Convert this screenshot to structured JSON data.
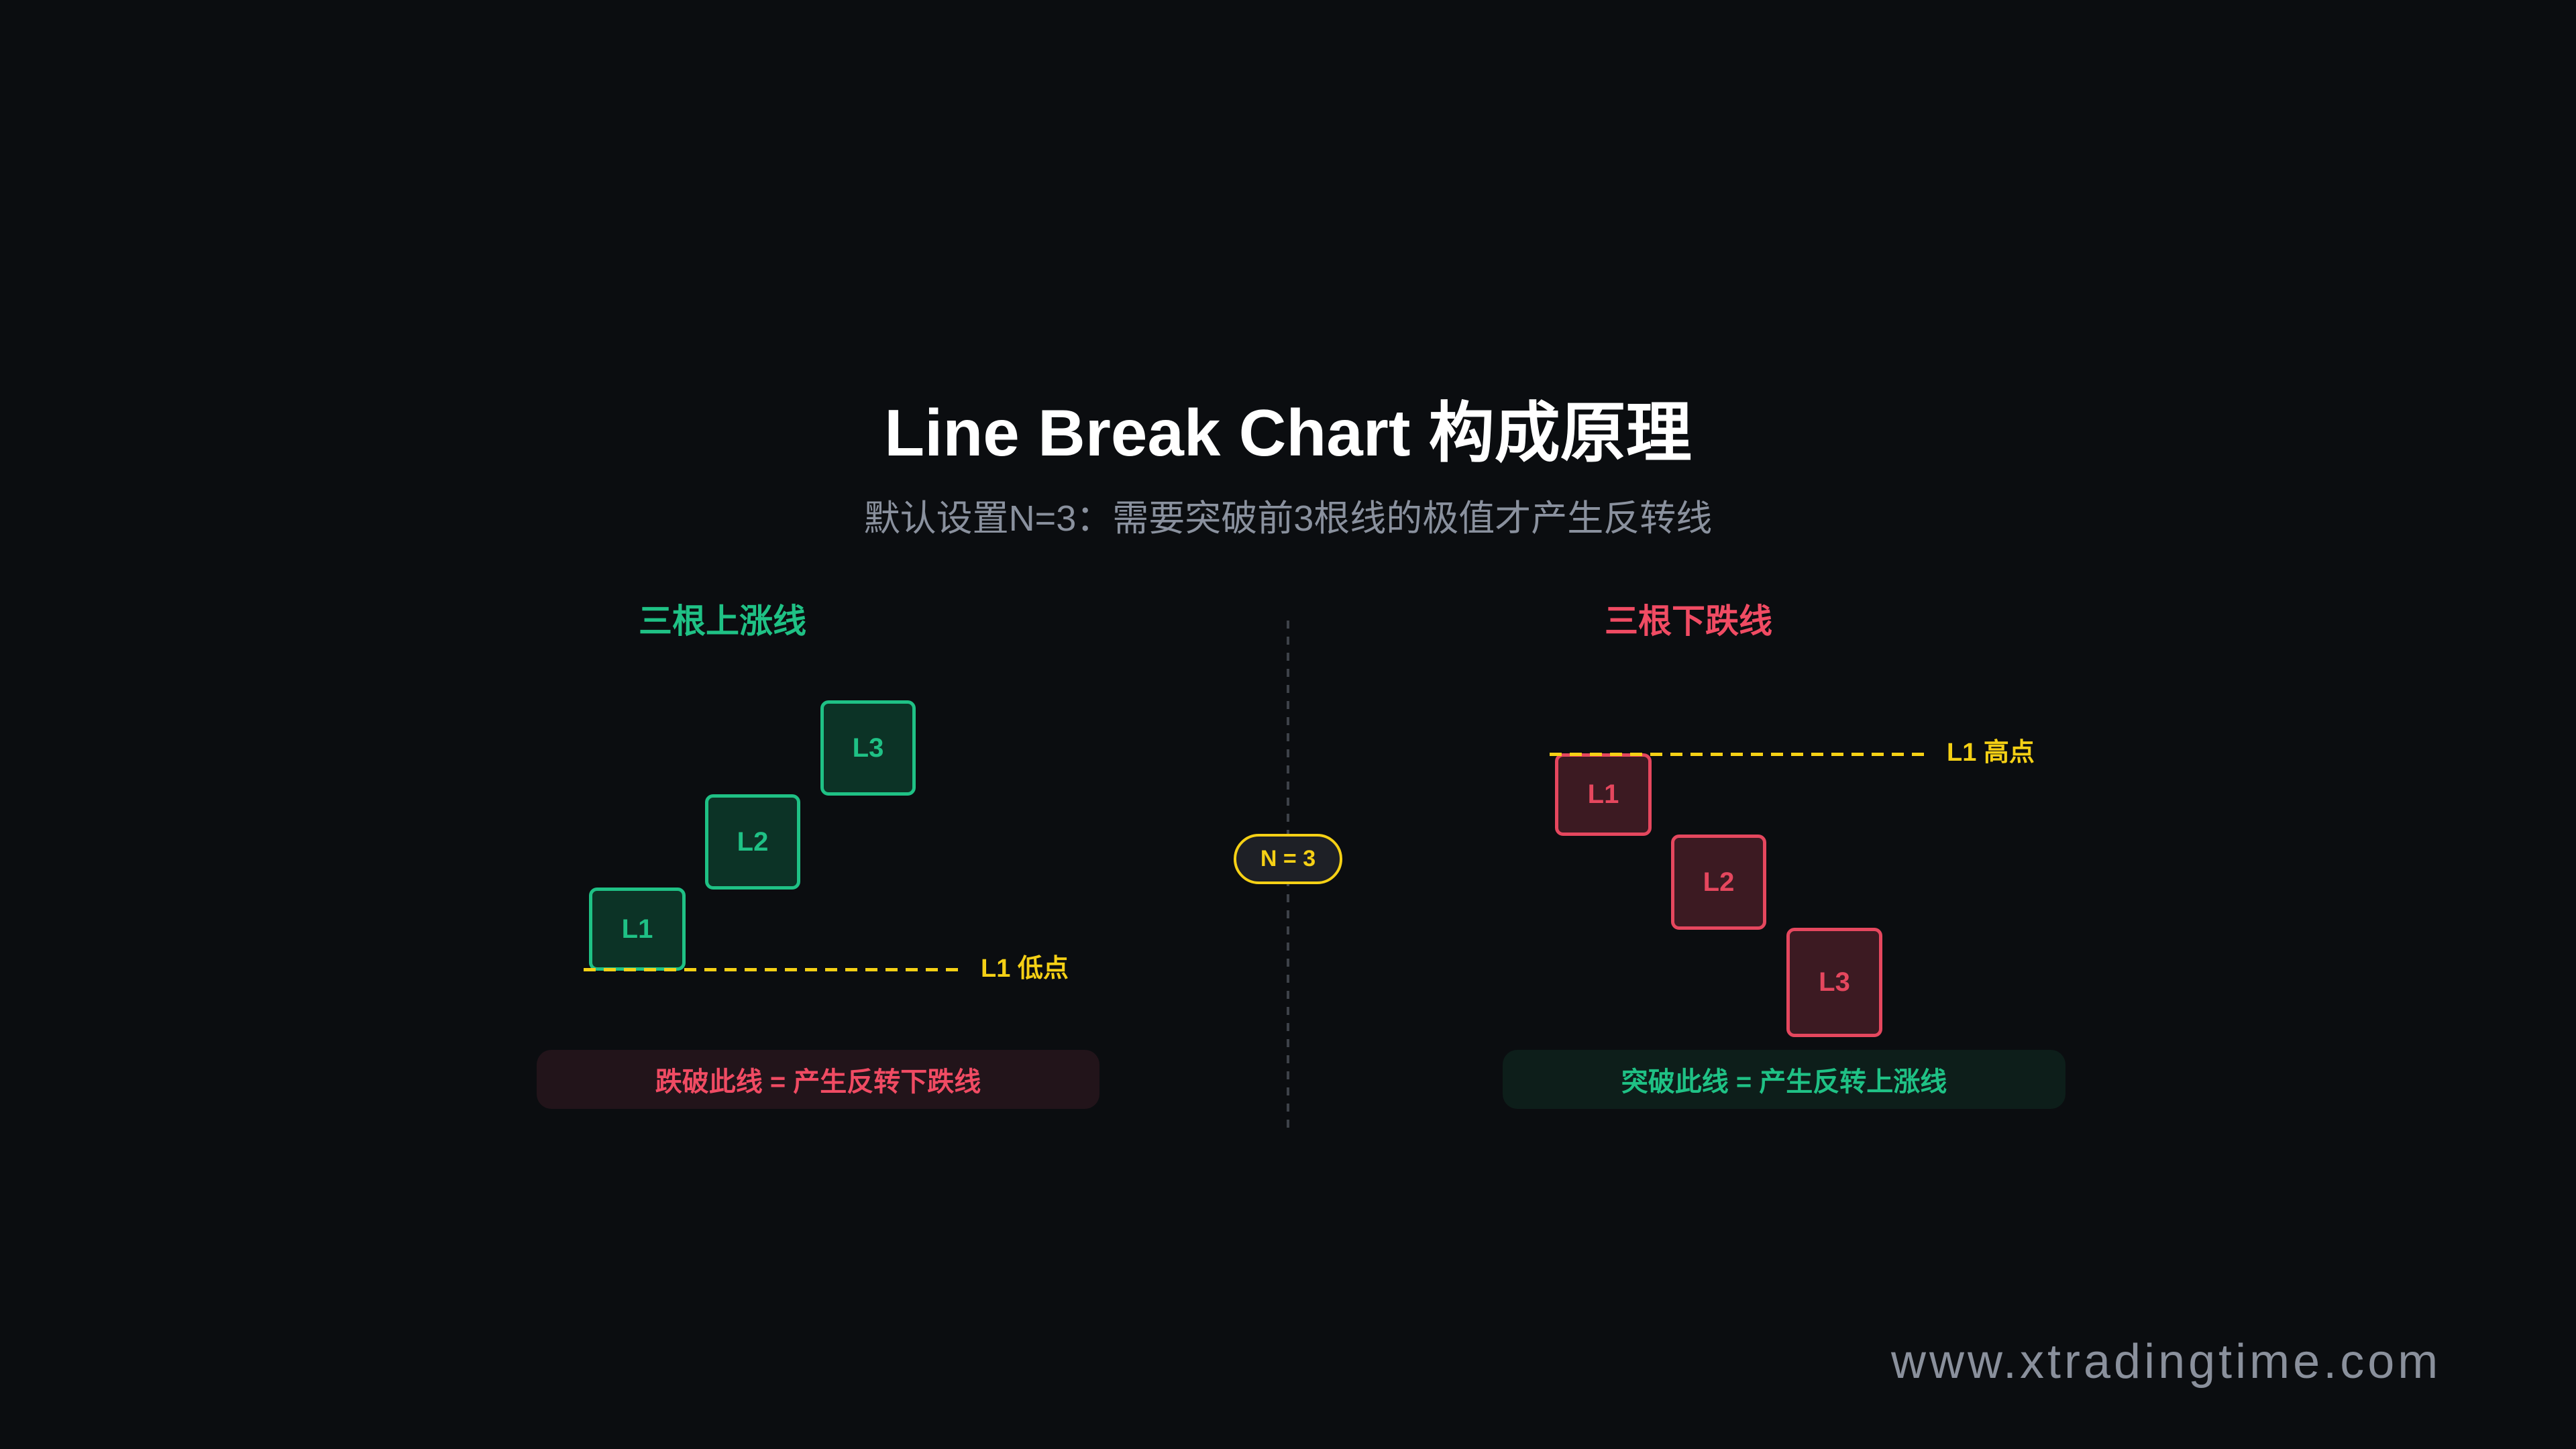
{
  "header": {
    "title": "Line Break Chart 构成原理",
    "subtitle": "默认设置N=3：需要突破前3根线的极值才产生反转线"
  },
  "left_panel": {
    "heading": "三根上涨线",
    "heading_color": "#1FC185",
    "bricks": [
      {
        "label": "L1"
      },
      {
        "label": "L2"
      },
      {
        "label": "L3"
      }
    ],
    "level_label": "L1 低点",
    "banner": "跌破此线 = 产生反转下跌线",
    "banner_color": "#F04B63"
  },
  "center": {
    "badge": "N = 3",
    "badge_color": "#F5D015"
  },
  "right_panel": {
    "heading": "三根下跌线",
    "heading_color": "#F04B63",
    "bricks": [
      {
        "label": "L1"
      },
      {
        "label": "L2"
      },
      {
        "label": "L3"
      }
    ],
    "level_label": "L1 高点",
    "banner": "突破此线 = 产生反转上涨线",
    "banner_color": "#1FC185"
  },
  "footer": {
    "watermark": "www.xtradingtime.com"
  },
  "colors": {
    "background": "#0B0D10",
    "up": "#1FC185",
    "down": "#E5475E",
    "level_line": "#F5D015",
    "muted_text": "#8A919E"
  }
}
